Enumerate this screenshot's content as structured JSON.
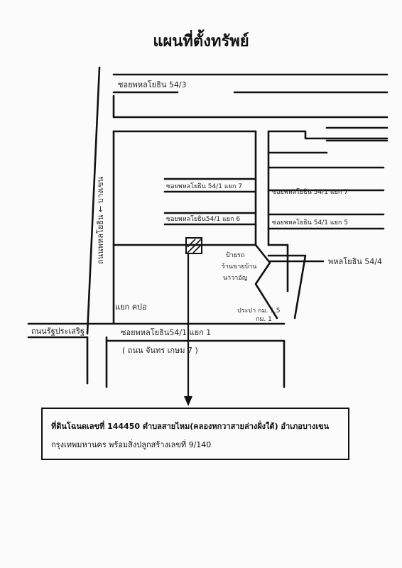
{
  "title": "แผนที่ตั้งทรัพย์",
  "labels": {
    "soi_54_3": "ซอยพหลโยธิน 54/3",
    "soi_54_1_7a": "ซอยพหลโยธิน 54/1 แยก 7",
    "soi_54_1_7b": "ซอยพหลโยธิน 54/1 แยก 7",
    "soi_54_1_6": "ซอยพหลโยธิน54/1 แยก 6",
    "soi_54_1_5": "ซอยพหลโยธิน 54/1 แยก 5",
    "road_phahon_544": "พหลโยธิน 54/4",
    "bus_stop_1": "ป้ายรถ",
    "bus_stop_2": "ร้านขายบ้าน",
    "bus_stop_3": "นาวาอัญ",
    "kanchana_1": "ประปา กม. 1.5",
    "kanchana_2": "กม. 1",
    "yaek_kaew": "แยก คปอ",
    "soi_54_1_1": "ซอยพหลโยธิน54/1 แยก 1",
    "chantharakasem": "( ถนน จันทร เกษม 7 )",
    "phahon_vertical": "ถนนพหลโยธิน ← บางเขน",
    "phaholyothin_left": "ถนนรัฐประเสริฐ"
  },
  "info": {
    "line1": "ที่ดินโฉนดเลขที่ 144450 ตำบลสายไหม(คลองหกวาสายล่างฝั่งใต้) อำเภอบางเขน",
    "line2": "กรุงเทพมหานคร พร้อมสิ่งปลูกสร้างเลขที่ 9/140"
  }
}
